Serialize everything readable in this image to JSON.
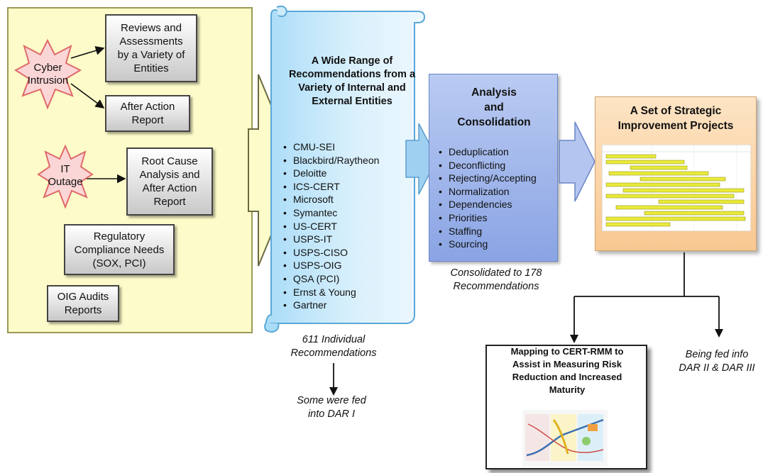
{
  "left_panel": {
    "cyber_star": "Cyber\nIntrusion",
    "it_star": "IT\nOutage",
    "reviews_box": "Reviews and\nAssessments\nby a Variety of\nEntities",
    "after_action_box": "After Action\nReport",
    "root_cause_box": "Root Cause\nAnalysis and\nAfter Action\nReport",
    "regulatory_box": "Regulatory\nCompliance Needs\n(SOX, PCI)",
    "oig_box": "OIG Audits\nReports"
  },
  "scroll": {
    "title": "A Wide Range of Recommendations from a Variety of Internal and External Entities",
    "entities": [
      "CMU-SEI",
      "Blackbird/Raytheon",
      "Deloitte",
      "ICS-CERT",
      "Microsoft",
      "Symantec",
      "US-CERT",
      "USPS-IT",
      "USPS-CISO",
      "USPS-OIG",
      "QSA (PCI)",
      "Ernst & Young",
      "Gartner"
    ],
    "caption": "611 Individual\nRecommendations",
    "fed_note": "Some were fed\ninto DAR I"
  },
  "analysis": {
    "title": "Analysis\nand\nConsolidation",
    "steps": [
      "Deduplication",
      "Deconflicting",
      "Rejecting/Accepting",
      "Normalization",
      "Dependencies",
      "Priorities",
      "Staffing",
      "Sourcing"
    ],
    "caption": "Consolidated to 178\nRecommendations"
  },
  "projects": {
    "title": "A Set of Strategic\nImprovement Projects"
  },
  "mapping": {
    "title": "Mapping to CERT-RMM to\nAssist in Measuring Risk\nReduction  and Increased\nMaturity"
  },
  "dar_note": "Being fed info\nDAR II & DAR III",
  "colors": {
    "panel_yellow": "#fcfbc9",
    "scroll_blue": "#a9dcf8",
    "analysis_blue": "#9fb6ec",
    "projects_orange": "#fbd3a6",
    "gantt_bar": "#e9ea3a"
  }
}
